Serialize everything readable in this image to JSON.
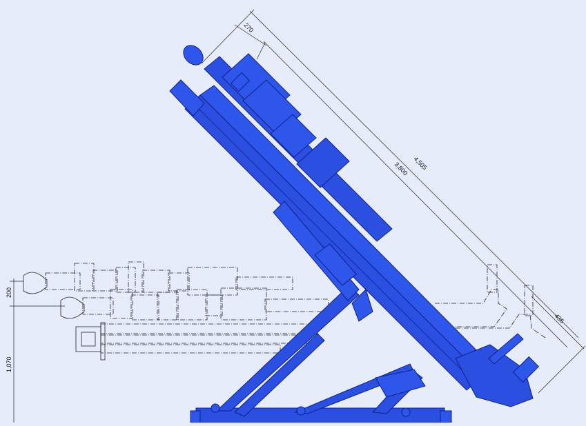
{
  "dimensions": {
    "d270": "270",
    "d4505": "4,505",
    "d3800": "3,800",
    "d435": "435",
    "d200": "200",
    "d1070": "1,070"
  },
  "colors": {
    "machine_blue": "#2b4fe0",
    "outline": "#10208a",
    "background": "#e6ecfa"
  }
}
